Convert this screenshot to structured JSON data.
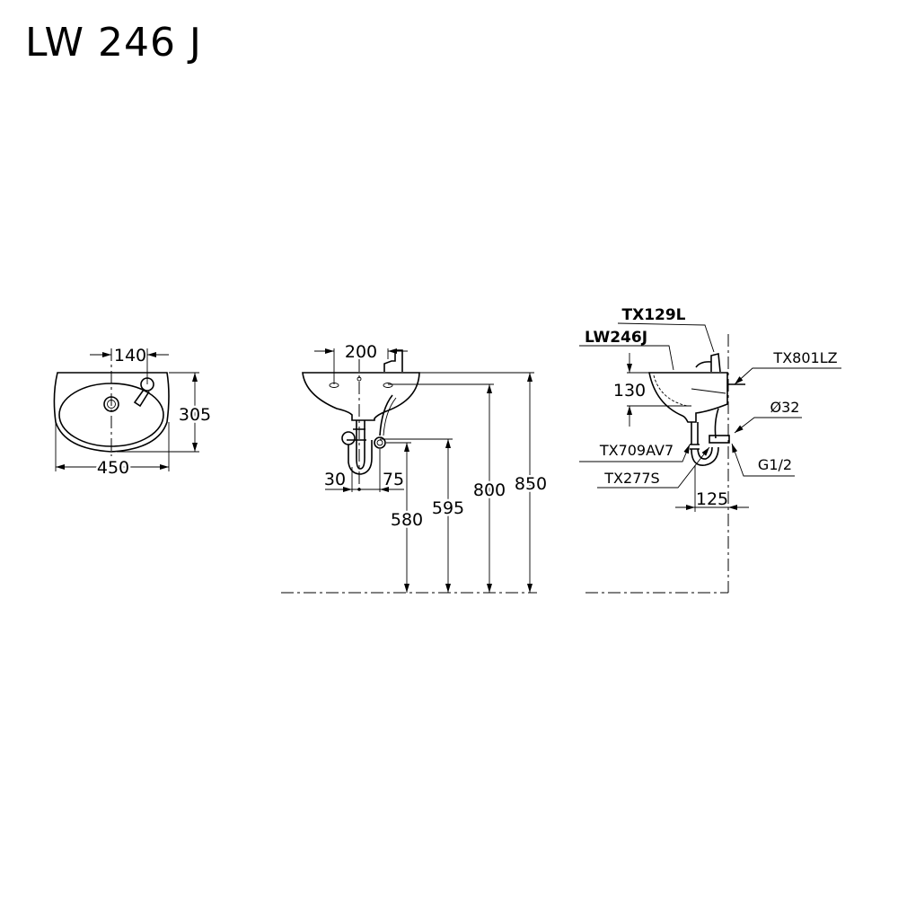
{
  "title": "LW 246 J",
  "top_view": {
    "width": "450",
    "depth": "305",
    "tap_offset": "140"
  },
  "front_view": {
    "tap_spacing": "200",
    "h_850": "850",
    "h_800": "800",
    "h_595": "595",
    "h_580": "580",
    "off_30": "30",
    "off_75": "75"
  },
  "side_view": {
    "faucet": "TX129L",
    "basin": "LW246J",
    "bracket": "TX801LZ",
    "pipe_dia": "Ø32",
    "thread": "G1/2",
    "valve": "TX709AV7",
    "trap": "TX277S",
    "bowl_depth": "130",
    "trap_offset": "125"
  }
}
